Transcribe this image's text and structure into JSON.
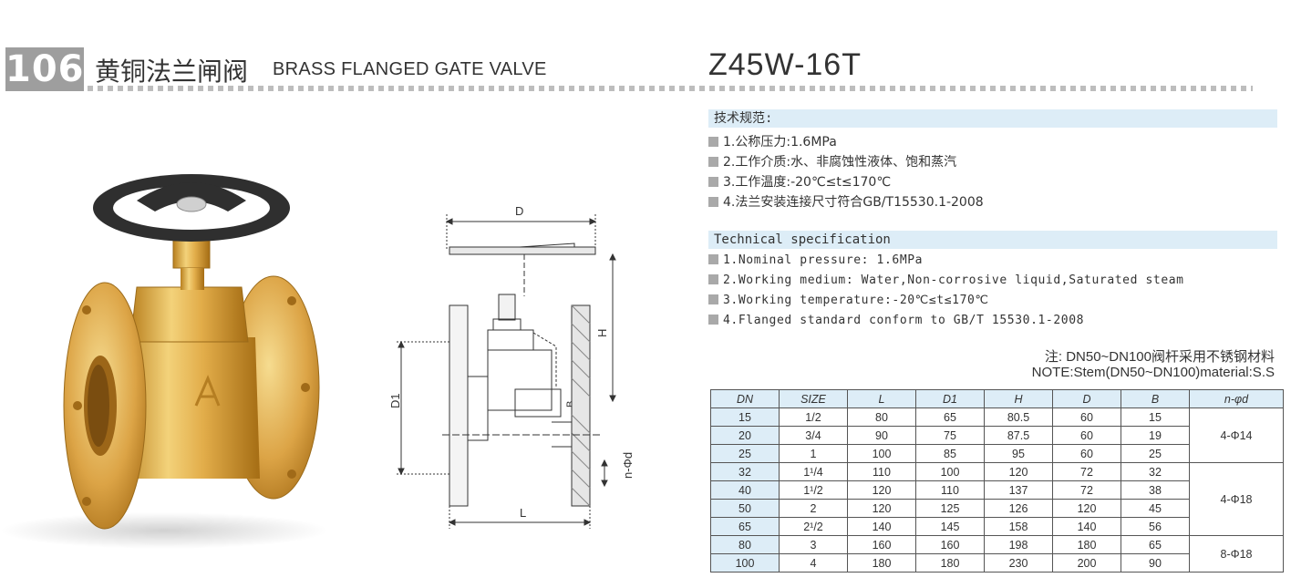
{
  "header": {
    "number": "106",
    "title_cn": "黄铜法兰闸阀",
    "title_en": "BRASS FLANGED GATE VALVE",
    "model": "Z45W-16T"
  },
  "spec_cn": {
    "title": "技术规范:",
    "items": [
      "1.公称压力:1.6MPa",
      "2.工作介质:水、非腐蚀性液体、饱和蒸汽",
      "3.工作温度:-20℃≤t≤170℃",
      "4.法兰安装连接尺寸符合GB/T15530.1-2008"
    ]
  },
  "spec_en": {
    "title": "Technical specification",
    "items": [
      "1.Nominal pressure: 1.6MPa",
      "2.Working medium: Water,Non-corrosive liquid,Saturated steam",
      "3.Working temperature:-20℃≤t≤170℃",
      "4.Flanged standard conform to GB/T 15530.1-2008"
    ]
  },
  "notes": {
    "cn": "注: DN50~DN100阀杆采用不锈钢材料",
    "en": "NOTE:Stem(DN50~DN100)material:S.S"
  },
  "drawing": {
    "label_d": "D",
    "label_h": "H",
    "label_d1": "D1",
    "label_b": "B",
    "label_nphid": "n-Φd",
    "label_l": "L"
  },
  "table": {
    "headers": [
      "DN",
      "SIZE",
      "L",
      "D1",
      "H",
      "D",
      "B",
      "n-φd"
    ],
    "rows": [
      [
        "15",
        "1/2",
        "80",
        "65",
        "80.5",
        "60",
        "15"
      ],
      [
        "20",
        "3/4",
        "90",
        "75",
        "87.5",
        "60",
        "19"
      ],
      [
        "25",
        "1",
        "100",
        "85",
        "95",
        "60",
        "25"
      ],
      [
        "32",
        "1¹/4",
        "110",
        "100",
        "120",
        "72",
        "32"
      ],
      [
        "40",
        "1¹/2",
        "120",
        "110",
        "137",
        "72",
        "38"
      ],
      [
        "50",
        "2",
        "120",
        "125",
        "126",
        "120",
        "45"
      ],
      [
        "65",
        "2¹/2",
        "140",
        "145",
        "158",
        "140",
        "56"
      ],
      [
        "80",
        "3",
        "160",
        "160",
        "198",
        "180",
        "65"
      ],
      [
        "100",
        "4",
        "180",
        "180",
        "230",
        "200",
        "90"
      ]
    ],
    "bolt_groups": [
      "4-Φ14",
      "4-Φ18",
      "8-Φ18"
    ]
  },
  "colors": {
    "brass": "#d9a441",
    "handwheel": "#2b2b2b",
    "table_header_bg": "#ddedf7",
    "badge_bg": "#9e9e9e"
  }
}
